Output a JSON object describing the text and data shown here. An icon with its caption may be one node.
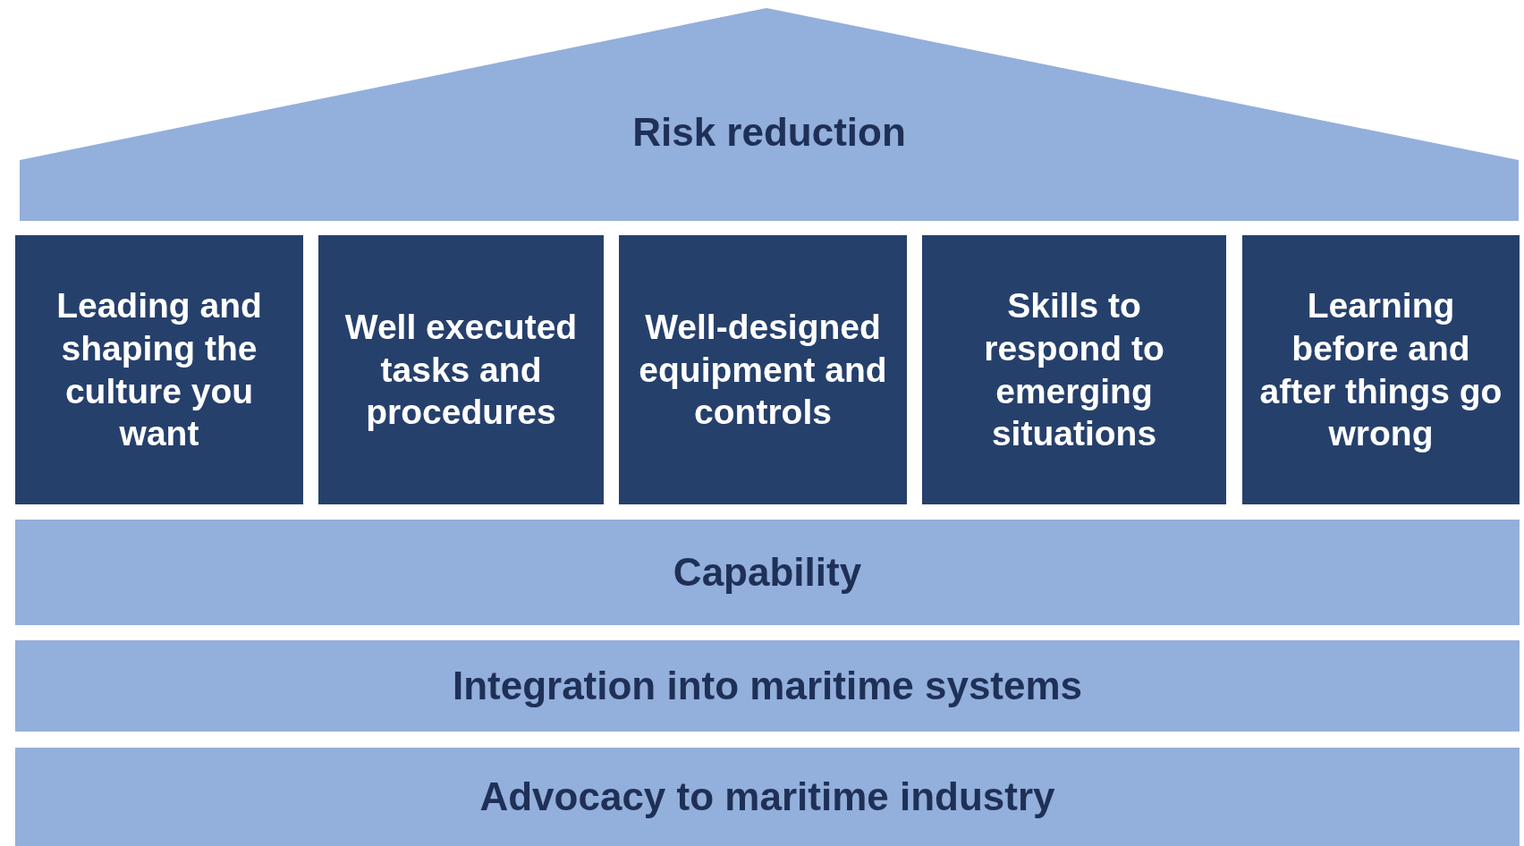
{
  "diagram": {
    "nodes": [
      {
        "text": [
          "Risk reduction"
        ]
      },
      {
        "text": [
          "Leading and shaping the culture you want"
        ]
      },
      {
        "text": [
          "Well executed tasks and procedures"
        ]
      },
      {
        "text": [
          "Well-designed equipment and controls"
        ]
      },
      {
        "text": [
          "Skills to respond to emerging situations"
        ]
      },
      {
        "text": [
          "Learning before and after things go wrong"
        ]
      },
      {
        "text": [
          "Capability"
        ]
      },
      {
        "text": [
          "Integration into maritime systems"
        ]
      },
      {
        "text": [
          "Advocacy to maritime industry"
        ]
      }
    ]
  }
}
